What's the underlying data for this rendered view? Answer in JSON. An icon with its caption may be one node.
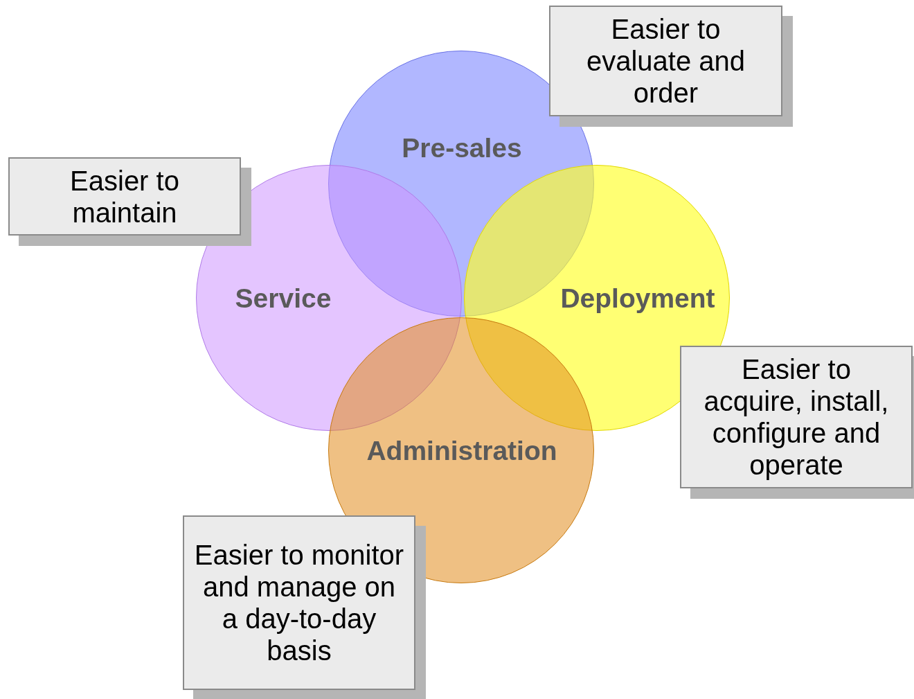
{
  "diagram": {
    "nodes": [
      {
        "text": [
          "Easier to evaluate and order"
        ]
      },
      {
        "text": [
          "Pre-sales"
        ]
      },
      {
        "text": [
          "Easier to maintain"
        ]
      },
      {
        "text": [
          "Service"
        ]
      },
      {
        "text": [
          "Deployment"
        ]
      },
      {
        "text": [
          "Easier to acquire, install, configure and operate"
        ]
      },
      {
        "text": [
          "Administration"
        ]
      },
      {
        "text": [
          "Easier to monitor and manage on a day-to-day basis"
        ]
      }
    ]
  }
}
